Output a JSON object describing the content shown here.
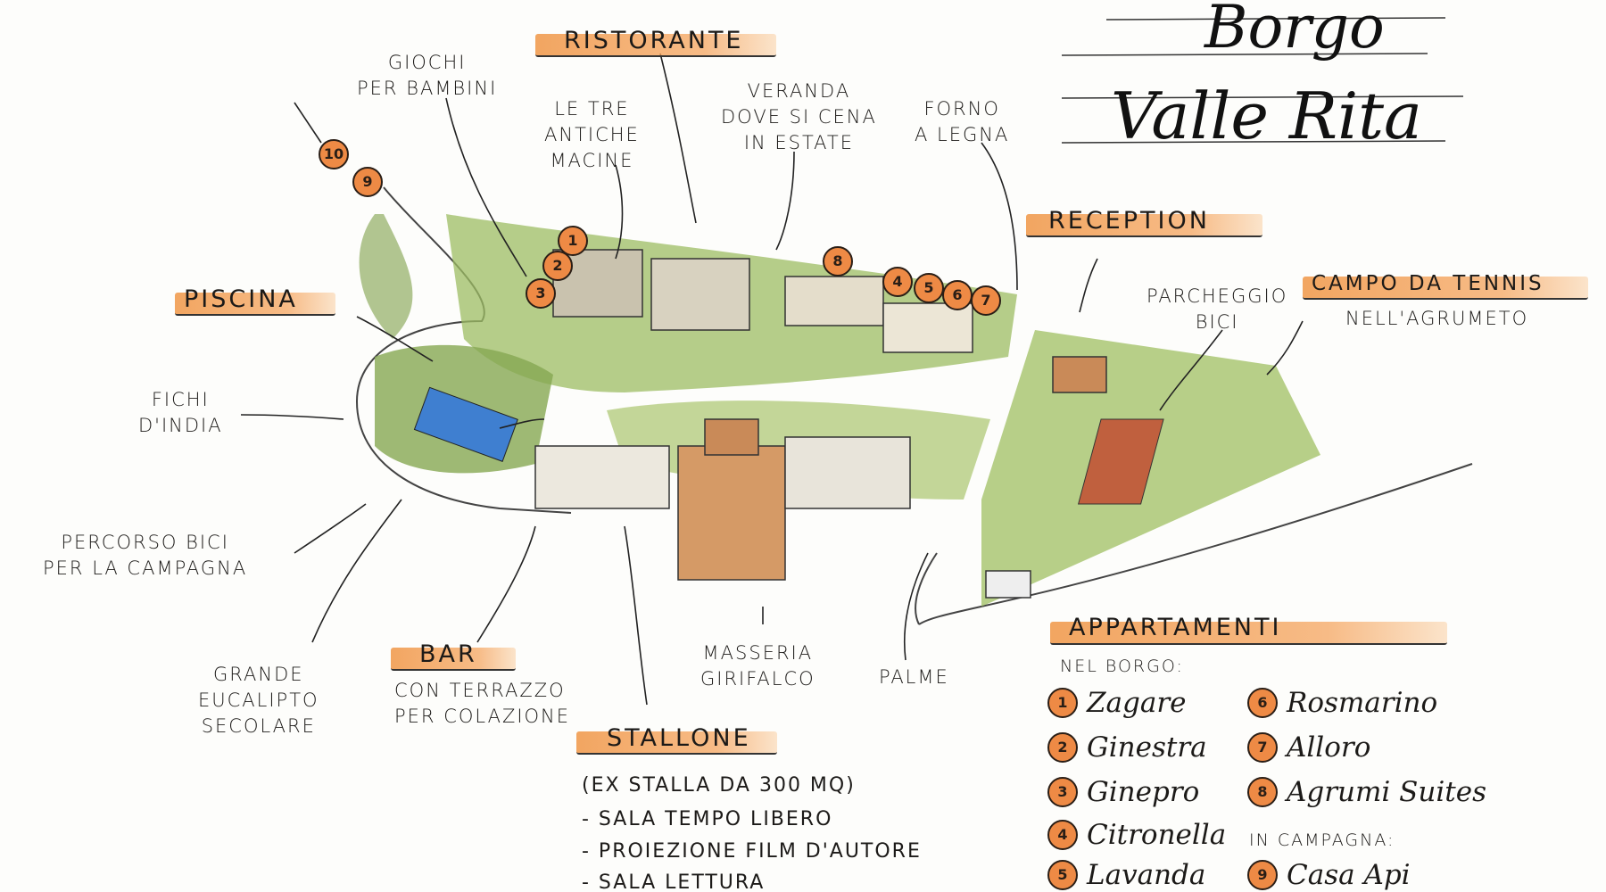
{
  "title": {
    "line1": "Borgo",
    "line2": "Valle Rita"
  },
  "labels": {
    "ristorante": "RISTORANTE",
    "giochi": [
      "GIOCHI",
      "PER BAMBINI"
    ],
    "macine": [
      "LE TRE",
      "ANTICHE",
      "MACINE"
    ],
    "veranda": [
      "VERANDA",
      "DOVE SI CENA",
      "IN ESTATE"
    ],
    "forno": [
      "FORNO",
      "A LEGNA"
    ],
    "reception": "RECEPTION",
    "parcheggio": [
      "PARCHEGGIO",
      "BICI"
    ],
    "tennis": "CAMPO DA TENNIS",
    "tennis_sub": "NELL'AGRUMETO",
    "piscina": "PISCINA",
    "fichi": [
      "FICHI",
      "D'INDIA"
    ],
    "percorso": [
      "PERCORSO BICI",
      "PER LA CAMPAGNA"
    ],
    "eucalipto": [
      "GRANDE",
      "EUCALIPTO",
      "SECOLARE"
    ],
    "bar": "BAR",
    "bar_sub": [
      "CON TERRAZZO",
      "PER COLAZIONE"
    ],
    "masseria": [
      "MASSERIA",
      "GIRIFALCO"
    ],
    "palme": "PALME",
    "stallone": "STALLONE",
    "stallone_lines": [
      "(EX STALLA DA 300 MQ)",
      "- SALA TEMPO LIBERO",
      "- PROIEZIONE FILM D'AUTORE",
      "- SALA LETTURA"
    ]
  },
  "map_markers": [
    "10",
    "9",
    "1",
    "2",
    "3",
    "8",
    "4",
    "5",
    "6",
    "7"
  ],
  "legend": {
    "heading": "APPARTAMENTI",
    "nel_borgo": "NEL BORGO:",
    "in_campagna": "IN CAMPAGNA:",
    "items": [
      {
        "num": "1",
        "name": "Zagare"
      },
      {
        "num": "2",
        "name": "Ginestra"
      },
      {
        "num": "3",
        "name": "Ginepro"
      },
      {
        "num": "4",
        "name": "Citronella"
      },
      {
        "num": "5",
        "name": "Lavanda"
      },
      {
        "num": "6",
        "name": "Rosmarino"
      },
      {
        "num": "7",
        "name": "Alloro"
      },
      {
        "num": "8",
        "name": "Agrumi Suites"
      },
      {
        "num": "9",
        "name": "Casa Api"
      }
    ]
  },
  "colors": {
    "accent": "#ee8a45",
    "grass": "#8fb15a",
    "pool": "#3f7fd0",
    "tennis": "#c0603e"
  }
}
